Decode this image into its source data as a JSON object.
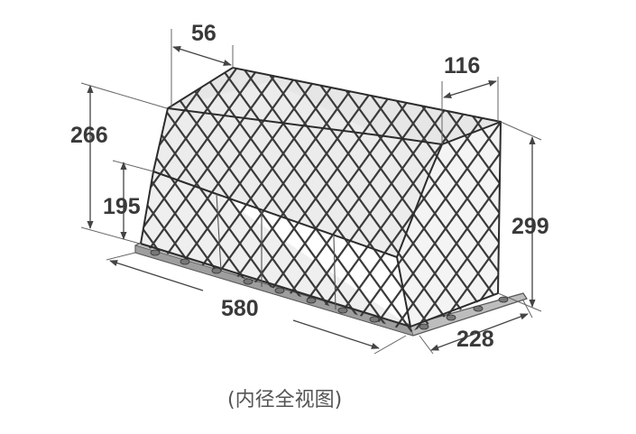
{
  "diagram": {
    "dimensions": {
      "top_front_width": "56",
      "top_back_width": "116",
      "front_total_height": "266",
      "front_base_height": "195",
      "back_height": "299",
      "length": "580",
      "depth": "228"
    },
    "caption": "(内径全视图)",
    "colors": {
      "outline": "#2c2c2c",
      "net": "#3a3a3a",
      "fill": "#f2f2f2",
      "fill_shade": "#e2e2e2",
      "pallet": "#bdbdbd",
      "text": "#3a3a3a"
    }
  }
}
